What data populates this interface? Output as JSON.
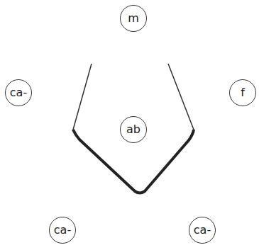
{
  "diagram": {
    "nodes": [
      {
        "text": [
          "m"
        ]
      },
      {
        "text": [
          "ca-"
        ]
      },
      {
        "text": [
          "f"
        ]
      },
      {
        "text": [
          "ab"
        ]
      },
      {
        "text": [
          "ca-"
        ]
      },
      {
        "text": [
          "ca-"
        ]
      }
    ]
  }
}
